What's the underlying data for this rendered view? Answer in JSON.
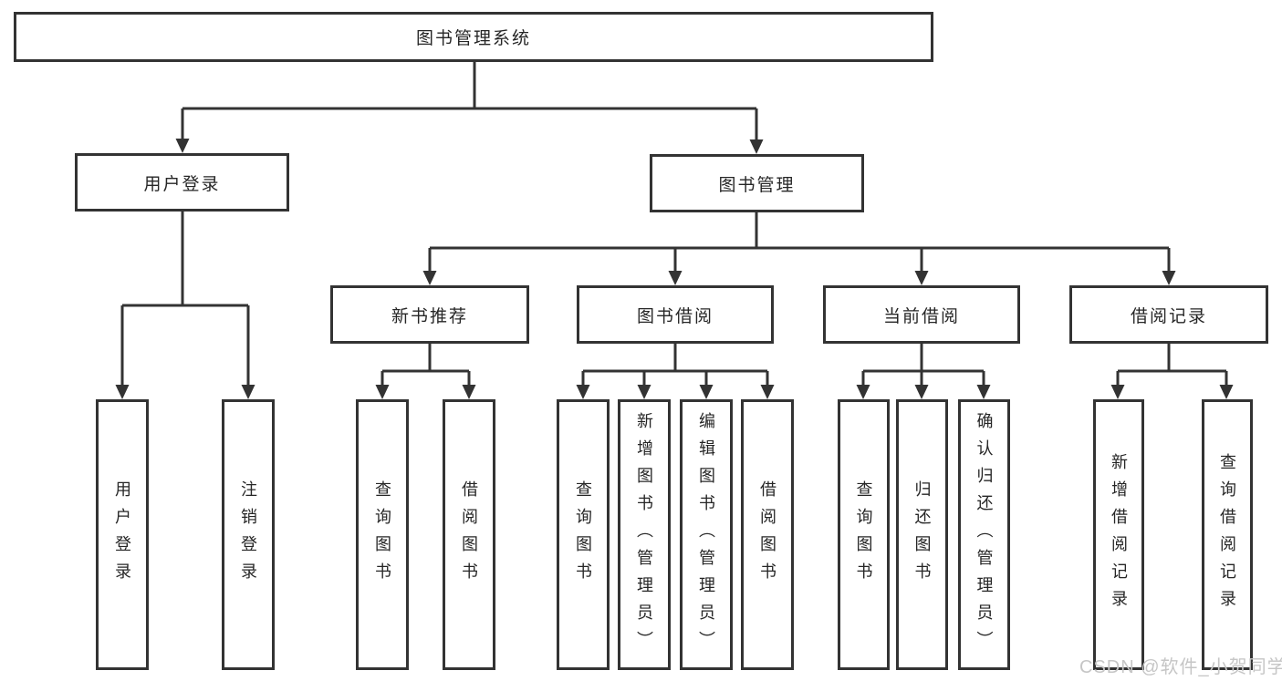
{
  "diagram": {
    "root": {
      "label": "图书管理系统"
    },
    "branches": [
      {
        "label": "用户登录",
        "children": [
          {
            "label": "用户登录"
          },
          {
            "label": "注销登录"
          }
        ]
      },
      {
        "label": "图书管理",
        "children": [
          {
            "label": "新书推荐",
            "children": [
              {
                "label": "查询图书"
              },
              {
                "label": "借阅图书"
              }
            ]
          },
          {
            "label": "图书借阅",
            "children": [
              {
                "label": "查询图书"
              },
              {
                "label": "新增图书（管理员）"
              },
              {
                "label": "编辑图书（管理员）"
              },
              {
                "label": "借阅图书"
              }
            ]
          },
          {
            "label": "当前借阅",
            "children": [
              {
                "label": "查询图书"
              },
              {
                "label": "归还图书"
              },
              {
                "label": "确认归还（管理员）"
              }
            ]
          },
          {
            "label": "借阅记录",
            "children": [
              {
                "label": "新增借阅记录"
              },
              {
                "label": "查询借阅记录"
              }
            ]
          }
        ]
      }
    ]
  },
  "watermark": {
    "text": "CSDN @软件_小贺同学"
  },
  "colors": {
    "line": "#333333",
    "text": "#262626",
    "background": "#ffffff",
    "watermark": "#c6c6c6"
  }
}
